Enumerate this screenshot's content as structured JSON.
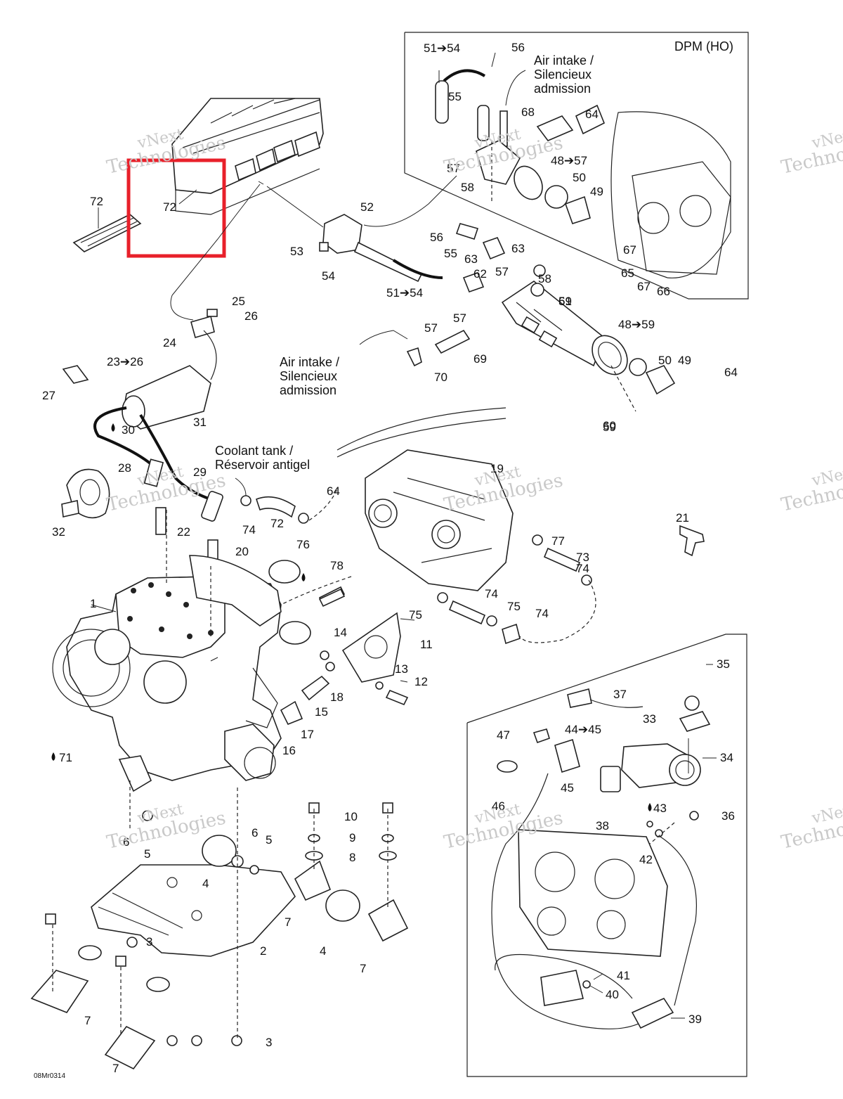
{
  "diagram": {
    "box_title_dpm": "DPM (HO)",
    "part_code": "08Mr0314",
    "watermark": [
      "vNext",
      "Technologies"
    ],
    "highlight_color": "#e8202a",
    "notes": {
      "air_intake_top": [
        "Air intake /",
        "Silencieux",
        "admission"
      ],
      "air_intake_mid": [
        "Air intake /",
        "Silencieux",
        "admission"
      ],
      "coolant_tank": [
        "Coolant tank /",
        "Réservoir antigel"
      ]
    },
    "labels": [
      "1",
      "2",
      "3",
      "3",
      "4",
      "4",
      "5",
      "5",
      "6",
      "6",
      "7",
      "7",
      "7",
      "7",
      "8",
      "9",
      "10",
      "11",
      "12",
      "13",
      "14",
      "15",
      "16",
      "17",
      "18",
      "19",
      "20",
      "21",
      "22",
      "23➔26",
      "24",
      "25",
      "26",
      "27",
      "28",
      "29",
      "30",
      "31",
      "32",
      "33",
      "34",
      "35",
      "36",
      "37",
      "38",
      "39",
      "40",
      "41",
      "42",
      "43",
      "44➔45",
      "45",
      "46",
      "47",
      "48➔57",
      "48➔59",
      "49",
      "49",
      "50",
      "50",
      "51➔54",
      "51➔54",
      "52",
      "53",
      "54",
      "55",
      "55",
      "56",
      "56",
      "57",
      "57",
      "57",
      "57",
      "58",
      "58",
      "59",
      "59",
      "60",
      "61",
      "62",
      "63",
      "63",
      "64",
      "64",
      "64",
      "65",
      "66",
      "67",
      "67",
      "68",
      "69",
      "70",
      "71",
      "72",
      "72",
      "72",
      "73",
      "74",
      "74",
      "74",
      "74",
      "75",
      "75",
      "76",
      "77",
      "78"
    ]
  }
}
